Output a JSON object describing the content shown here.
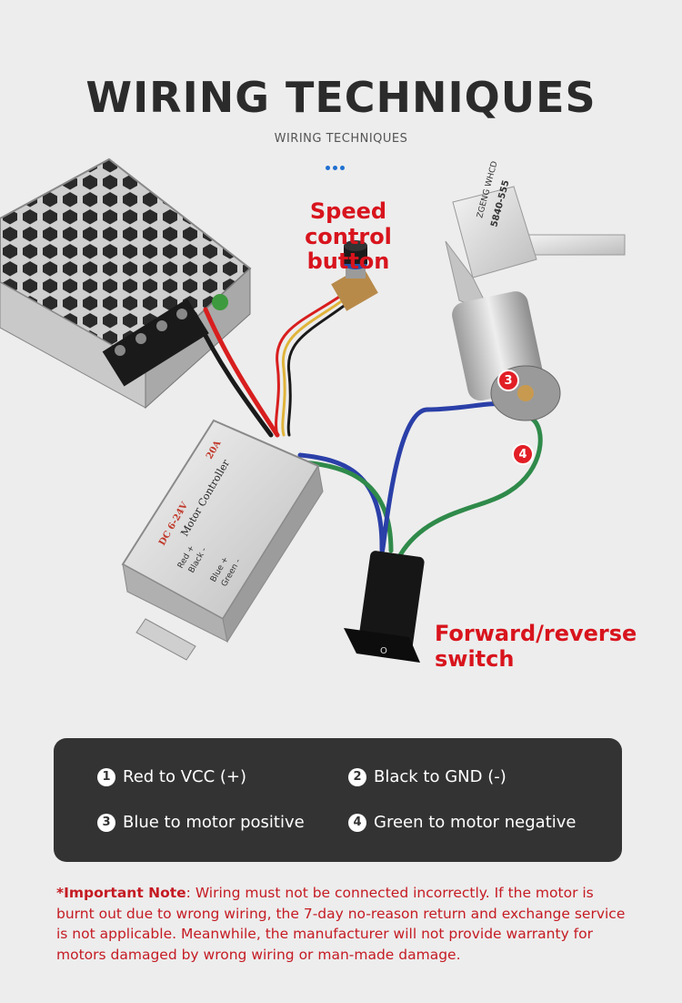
{
  "header": {
    "title": "WIRING TECHNIQUES",
    "subtitle": "WIRING TECHNIQUES"
  },
  "callouts": {
    "speed_control": "Speed control\nbutton",
    "speed_control_line1": "Speed control",
    "speed_control_line2": "button",
    "switch_line1": "Forward/reverse",
    "switch_line2": "switch"
  },
  "markers": {
    "m3": "3",
    "m4": "4"
  },
  "device_labels": {
    "motor_brand": "ZGENG WHCD",
    "motor_model": "5840-555",
    "controller_name": "Motor Controller",
    "controller_rating": "DC 6-24V",
    "controller_current": "20A",
    "controller_red": "Red +",
    "controller_black": "Black -",
    "controller_blue": "Blue +",
    "controller_green": "Green -",
    "switch_mark": "O"
  },
  "instructions": [
    {
      "num": "1",
      "text": "Red to VCC (+)"
    },
    {
      "num": "2",
      "text": "Black to GND (-)"
    },
    {
      "num": "3",
      "text": "Blue to motor positive"
    },
    {
      "num": "4",
      "text": "Green to motor negative"
    }
  ],
  "note": {
    "label": "*Important Note",
    "text": ": Wiring must not be connected incorrectly. If the motor is burnt out due to wrong wiring, the 7-day no-reason return and exchange service is not applicable. Meanwhile, the manufacturer will not provide warranty for motors damaged by wrong wiring or man-made damage."
  },
  "colors": {
    "accent_red": "#d8141d",
    "dots_blue": "#1f6fd1",
    "panel_bg": "#333333",
    "wire_red": "#d81e1e",
    "wire_black": "#1a1a1a",
    "wire_blue": "#2a3fa8",
    "wire_green": "#2f8a4a"
  }
}
